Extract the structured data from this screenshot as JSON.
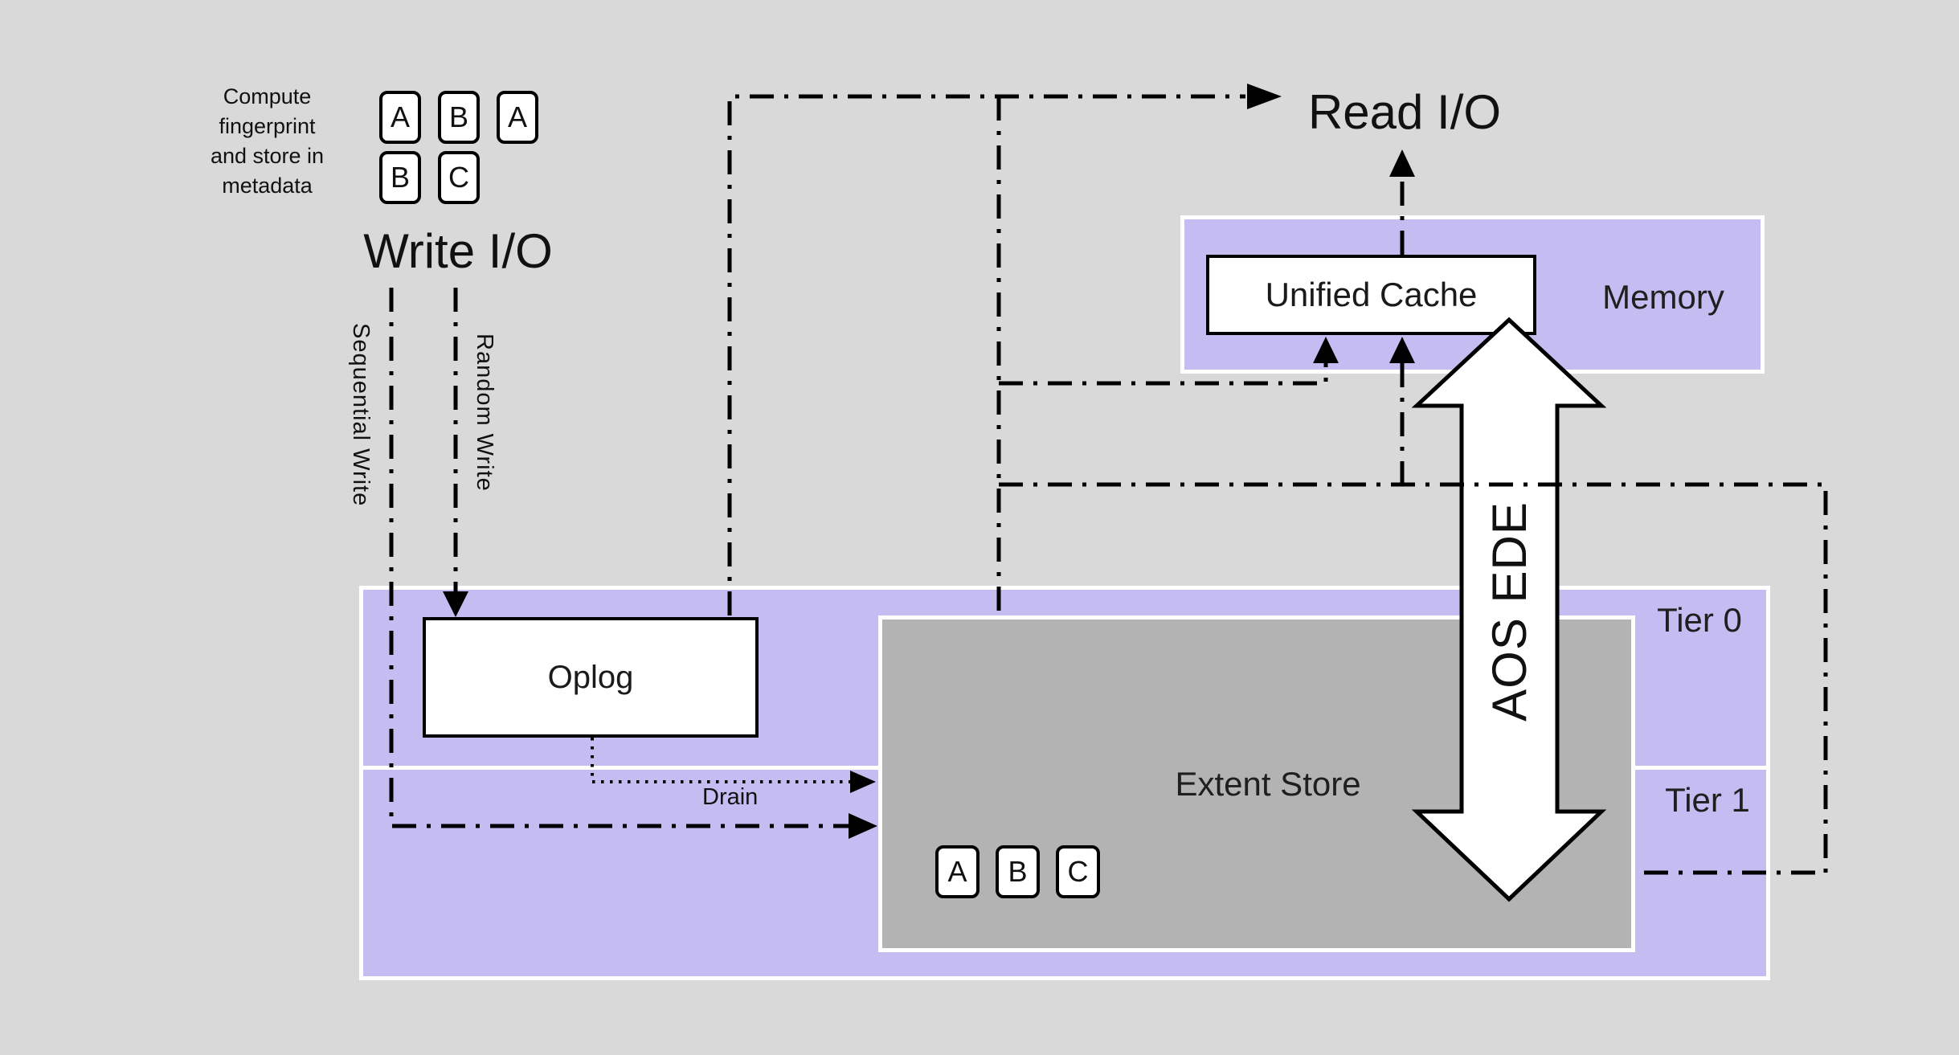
{
  "colors": {
    "background": "#d9d9d9",
    "region_purple": "#c5bdf2",
    "extent_gray": "#b3b3b3",
    "node_fill": "#ffffff",
    "line": "#000000"
  },
  "annotation": {
    "line1": "Compute",
    "line2": "fingerprint",
    "line3": "and store in",
    "line4": "metadata"
  },
  "chips": {
    "top_row1": [
      "A",
      "B",
      "A"
    ],
    "top_row2": [
      "B",
      "C"
    ],
    "extent": [
      "A",
      "B",
      "C"
    ]
  },
  "io": {
    "write": "Write I/O",
    "read": "Read I/O",
    "sequential": "Sequential Write",
    "random": "Random Write",
    "drain": "Drain"
  },
  "boxes": {
    "memory": "Memory",
    "unified_cache": "Unified Cache",
    "oplog": "Oplog",
    "extent_store": "Extent Store",
    "tier0": "Tier 0",
    "tier1": "Tier 1"
  },
  "arrow": {
    "label": "AOS EDE"
  }
}
